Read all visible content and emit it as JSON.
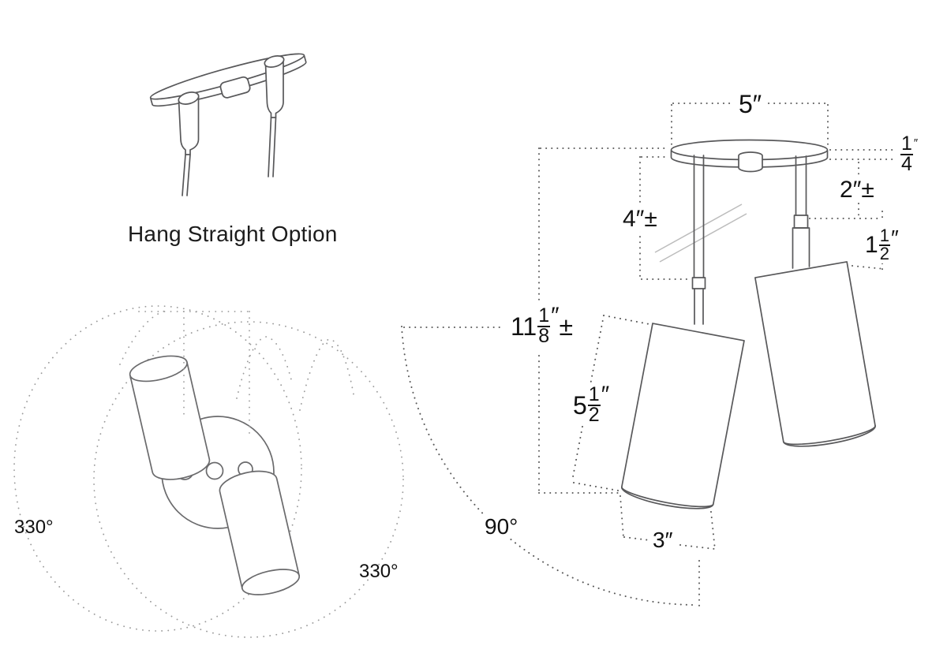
{
  "title": "Two-light ceiling spot fixture dimension diagram",
  "colors": {
    "background": "#ffffff",
    "line": "#58585a",
    "dimension_dots": "#5a5a5a",
    "rotation_dots": "#9b9b9b",
    "break_mark": "#bcbcbc",
    "text": "#111111"
  },
  "hang_straight": {
    "caption": "Hang Straight Option"
  },
  "rotation": {
    "left_angle": "330°",
    "right_angle": "330°"
  },
  "dims": {
    "canopy_width": {
      "whole": "5",
      "unit": "″"
    },
    "canopy_thickness": {
      "num": "1",
      "den": "4",
      "unit": "″"
    },
    "right_stem": {
      "whole": "2",
      "unit": "″",
      "tol": "±"
    },
    "left_stem": {
      "whole": "4",
      "unit": "″",
      "tol": "±"
    },
    "socket": {
      "whole": "1",
      "num": "1",
      "den": "2",
      "unit": "″"
    },
    "overall_height": {
      "whole": "11",
      "num": "1",
      "den": "8",
      "unit": "″",
      "tol": "±"
    },
    "head_length": {
      "whole": "5",
      "num": "1",
      "den": "2",
      "unit": "″"
    },
    "head_diameter": {
      "whole": "3",
      "unit": "″"
    },
    "swivel_range": "90°"
  }
}
